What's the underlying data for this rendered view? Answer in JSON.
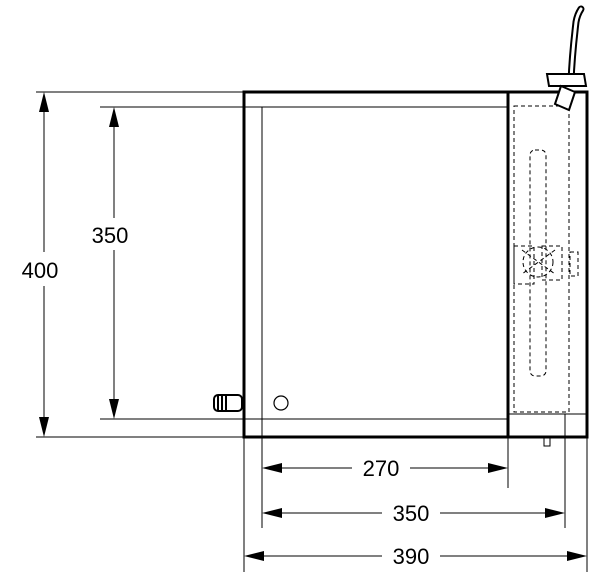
{
  "dimensions": {
    "outer_height": "400",
    "inner_height": "350",
    "inner_width": "270",
    "mid_width": "350",
    "outer_width": "390"
  }
}
